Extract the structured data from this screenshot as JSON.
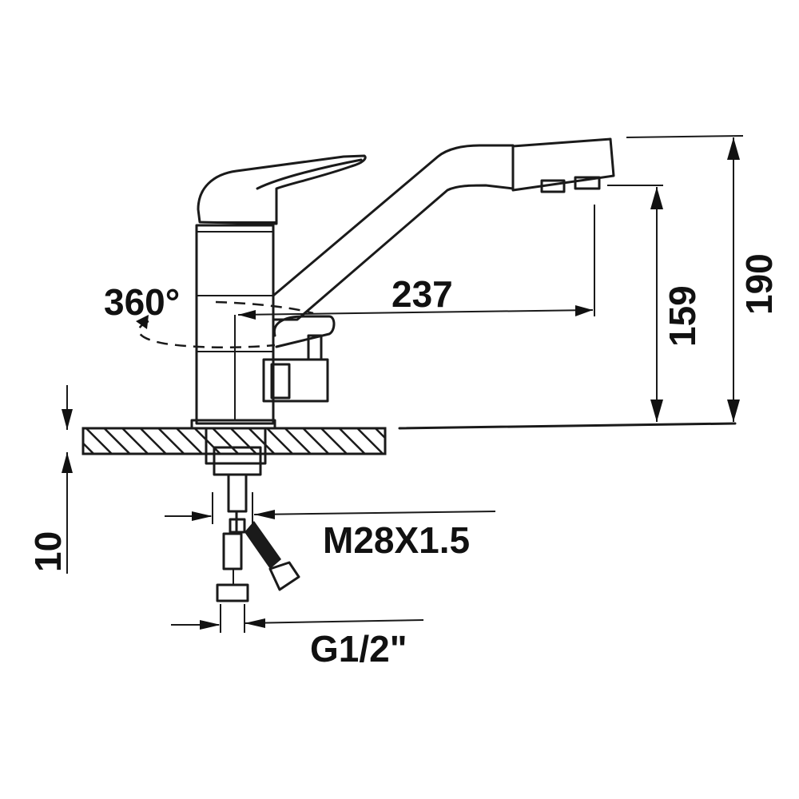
{
  "drawing": {
    "colors": {
      "line": "#1a1a1a",
      "background": "#ffffff"
    },
    "dimensions": {
      "rotation": "360°",
      "reach": "237",
      "spout_height": "159",
      "total_height": "190",
      "counter_thickness": "10",
      "shank_thread": "M28X1.5",
      "hose_thread": "G1/2\""
    }
  }
}
